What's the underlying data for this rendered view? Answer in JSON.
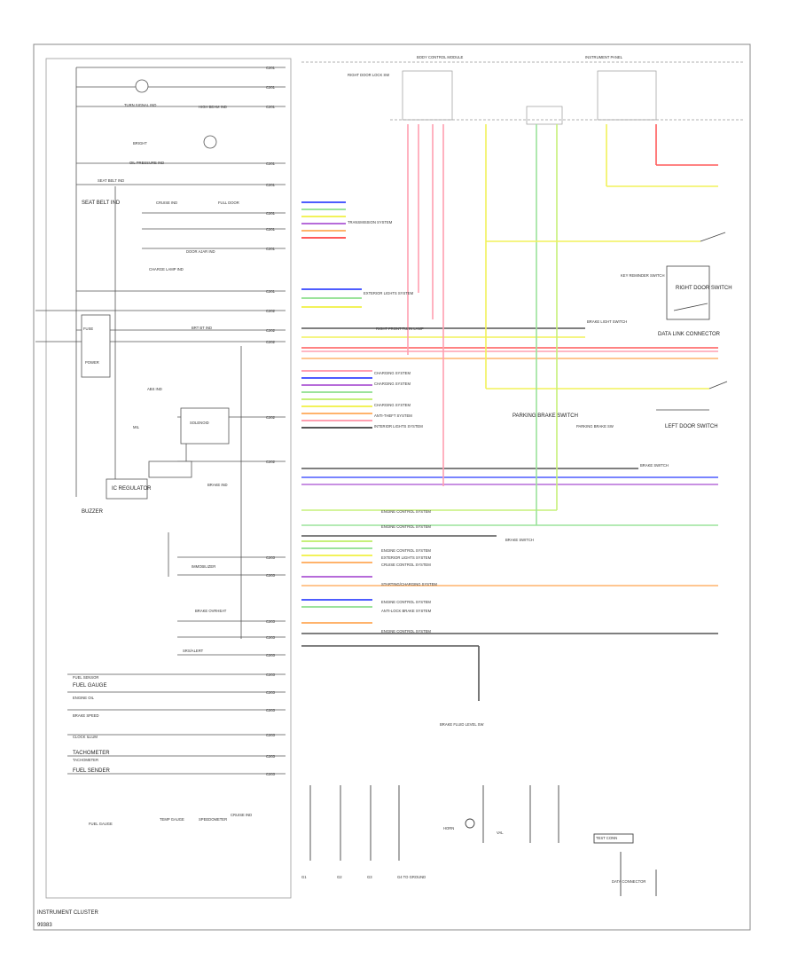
{
  "footer": {
    "title": "INSTRUMENT CLUSTER",
    "code": "99383"
  },
  "left_labels": {
    "fuel_gauge": "FUEL GAUGE",
    "tachometer": "TACHOMETER",
    "fuel_sender": "FUEL SENDER",
    "ic_regulator": "IC REGULATOR",
    "buzzer": "BUZZER",
    "seat_belt": "SEAT BELT IND"
  },
  "right_labels": {
    "data_link_connector": "DATA LINK CONNECTOR",
    "right_door_switch": "RIGHT DOOR SWITCH",
    "left_door_switch": "LEFT DOOR SWITCH",
    "parking_brake_switch": "PARKING BRAKE SWITCH"
  },
  "colors": {
    "pink": "#ff9fb0",
    "yellow": "#f2f25a",
    "lime": "#c6f07a",
    "green": "#9be39b",
    "blue": "#4d5cff",
    "red": "#ff5a5a",
    "orange": "#ffb36b",
    "violet": "#b66bd9",
    "grey": "#555555"
  }
}
